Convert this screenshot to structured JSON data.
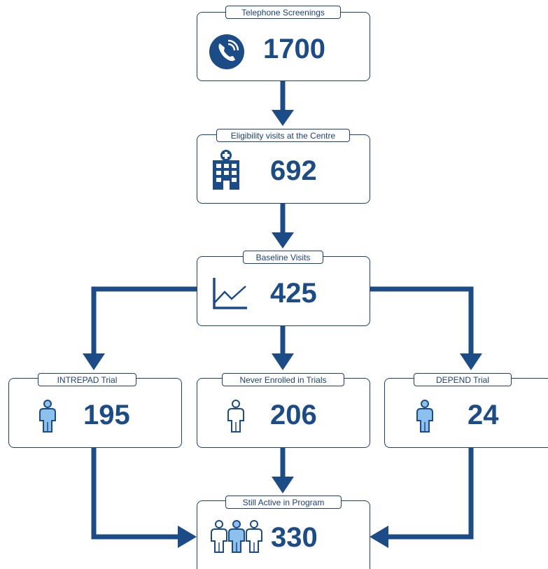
{
  "colors": {
    "primary": "#1c4c87",
    "arrow": "#1c4c87",
    "border": "#1c3f7a",
    "highlight": "#8cc1ee"
  },
  "nodes": {
    "telephone": {
      "label": "Telephone Screenings",
      "value": "1700",
      "icon": "phone-icon"
    },
    "eligibility": {
      "label": "Eligibility visits at the Centre",
      "value": "692",
      "icon": "hospital-icon"
    },
    "baseline": {
      "label": "Baseline Visits",
      "value": "425",
      "icon": "line-chart-icon"
    },
    "intrepad": {
      "label": "INTREPAD Trial",
      "value": "195",
      "icon": "person-filled-icon"
    },
    "never": {
      "label": "Never Enrolled in Trials",
      "value": "206",
      "icon": "person-outline-icon"
    },
    "depend": {
      "label": "DEPEND Trial",
      "value": "24",
      "icon": "person-filled-icon"
    },
    "active": {
      "label": "Still Active in Program",
      "value": "330",
      "icon": "people-group-icon"
    }
  },
  "edges": [
    [
      "telephone",
      "eligibility"
    ],
    [
      "eligibility",
      "baseline"
    ],
    [
      "baseline",
      "intrepad"
    ],
    [
      "baseline",
      "never"
    ],
    [
      "baseline",
      "depend"
    ],
    [
      "intrepad",
      "active"
    ],
    [
      "never",
      "active"
    ],
    [
      "depend",
      "active"
    ]
  ]
}
